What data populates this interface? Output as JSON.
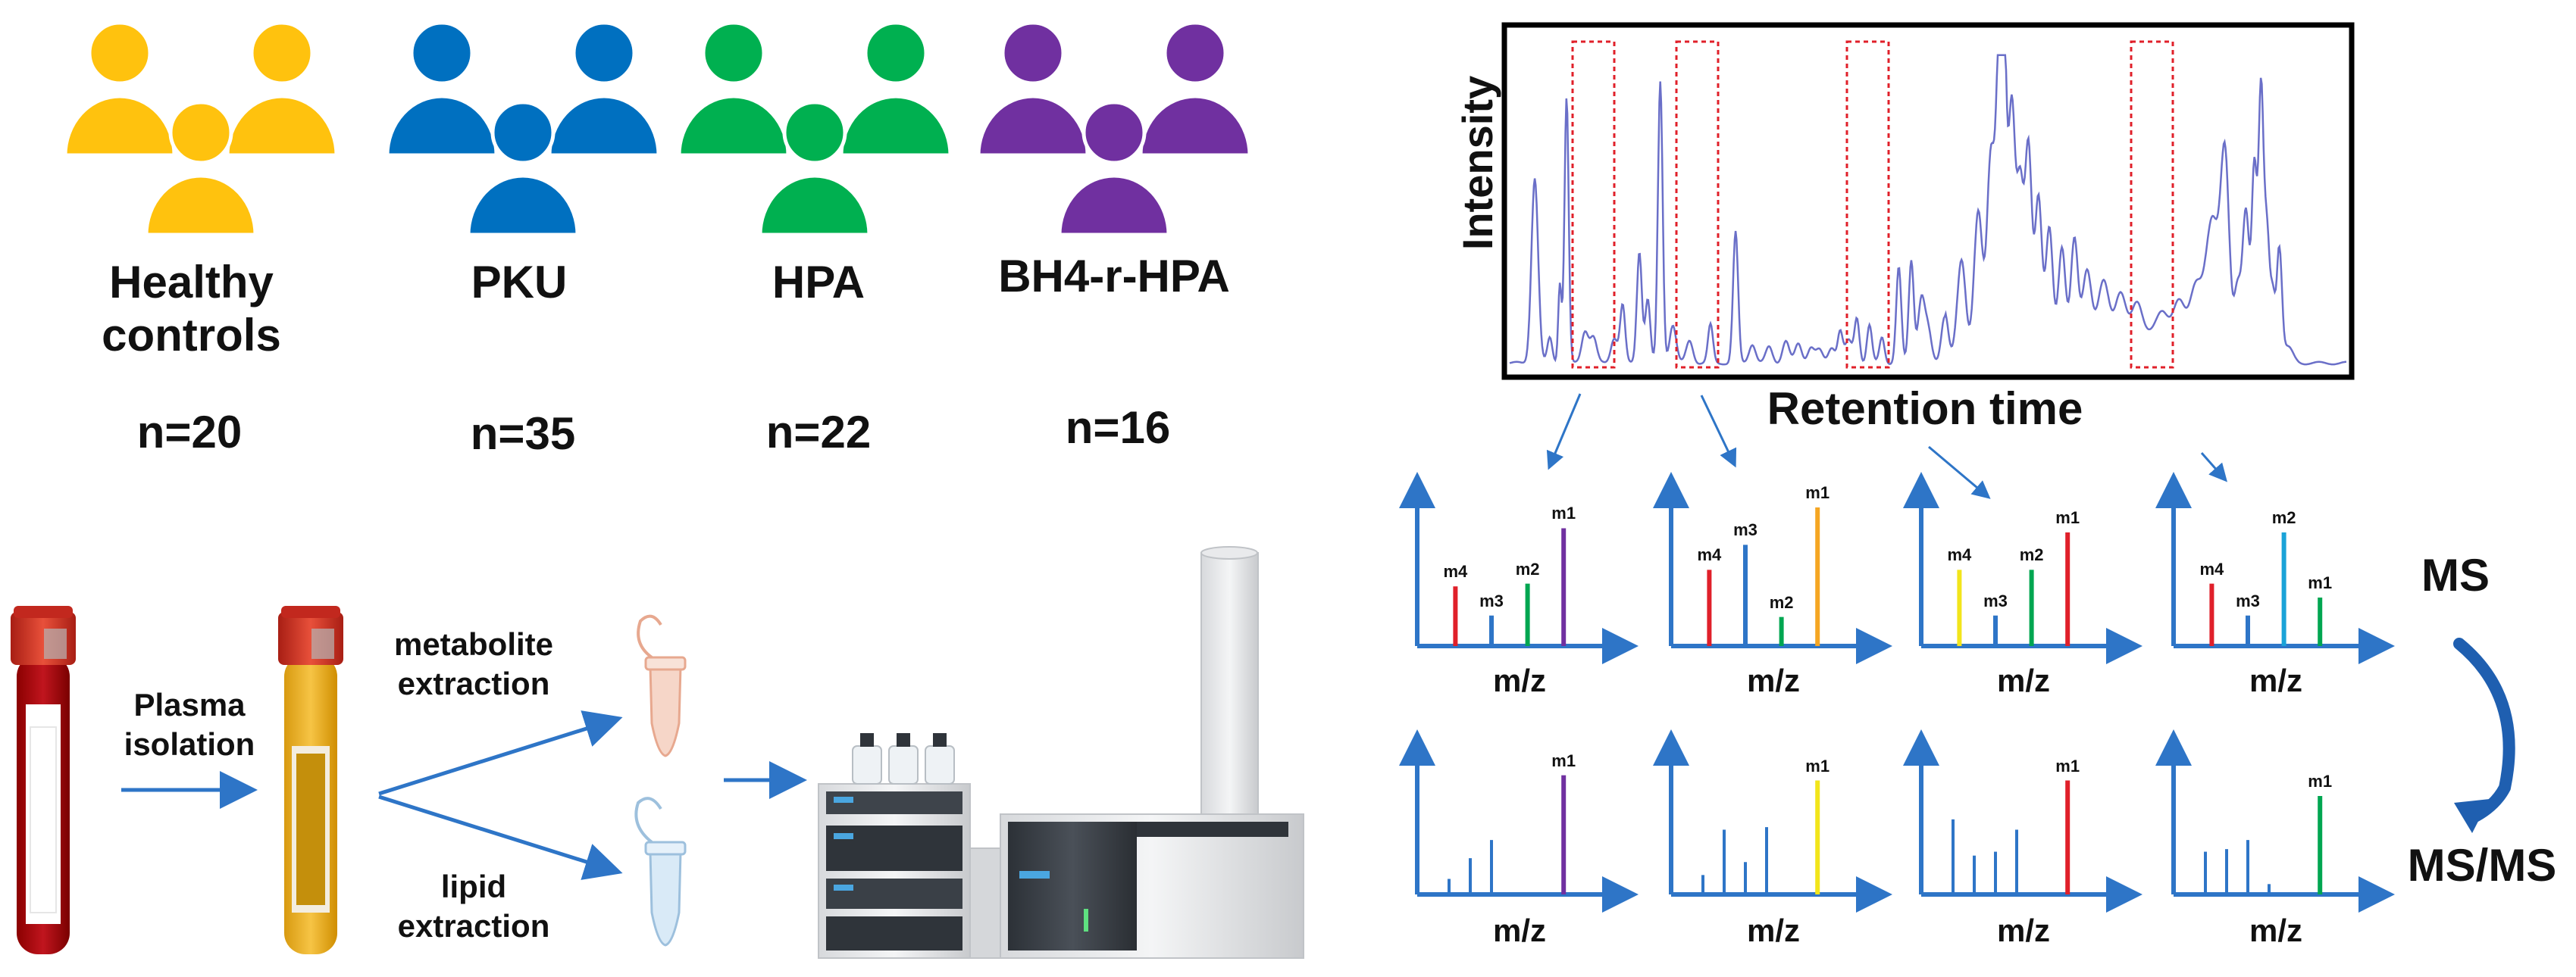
{
  "groups": [
    {
      "name_line1": "Healthy",
      "name_line2": "controls",
      "n": "n=20",
      "color": "#FFC20E"
    },
    {
      "name_line1": "PKU",
      "name_line2": "",
      "n": "n=35",
      "color": "#0070C0"
    },
    {
      "name_line1": "HPA",
      "name_line2": "",
      "n": "n=22",
      "color": "#00B050"
    },
    {
      "name_line1": "BH4-r-HPA",
      "name_line2": "",
      "n": "n=16",
      "color": "#7030A0"
    }
  ],
  "workflow": {
    "plasma_line1": "Plasma",
    "plasma_line2": "isolation",
    "metabolite_line1": "metabolite",
    "metabolite_line2": "extraction",
    "lipid_line1": "lipid",
    "lipid_line2": "extraction"
  },
  "chromatogram": {
    "ylabel": "Intensity",
    "xlabel": "Retention time",
    "line_color": "#6A6FC8",
    "box_color": "#E0202A"
  },
  "spectra": {
    "ms_label": "MS",
    "msms_label": "MS/MS",
    "xlabel": "m/z",
    "axis_color": "#2E75C7",
    "ms_panels": [
      {
        "peaks": [
          {
            "label": "m4",
            "h": 0.43,
            "color": "#E0202A"
          },
          {
            "label": "m3",
            "h": 0.22,
            "color": "#2E75C7"
          },
          {
            "label": "m2",
            "h": 0.45,
            "color": "#00A651"
          },
          {
            "label": "m1",
            "h": 0.85,
            "color": "#7030A0"
          }
        ]
      },
      {
        "panel_peaks_note": "",
        "peaks": [
          {
            "label": "m4",
            "h": 0.55,
            "color": "#E0202A"
          },
          {
            "label": "m3",
            "h": 0.73,
            "color": "#2E75C7"
          },
          {
            "label": "m2",
            "h": 0.21,
            "color": "#00A651"
          },
          {
            "label": "m1",
            "h": 1.0,
            "color": "#F5A623"
          }
        ]
      },
      {
        "peaks": [
          {
            "label": "m4",
            "h": 0.55,
            "color": "#F2E51B"
          },
          {
            "label": "m3",
            "h": 0.22,
            "color": "#2E75C7"
          },
          {
            "label": "m2",
            "h": 0.55,
            "color": "#00A651"
          },
          {
            "label": "m1",
            "h": 0.82,
            "color": "#E0202A"
          }
        ]
      },
      {
        "peaks": [
          {
            "label": "m4",
            "h": 0.45,
            "color": "#E0202A"
          },
          {
            "label": "m3",
            "h": 0.22,
            "color": "#2E75C7"
          },
          {
            "label": "m2",
            "h": 0.82,
            "color": "#1AA3D8"
          },
          {
            "label": "m1",
            "h": 0.35,
            "color": "#00A651"
          }
        ]
      }
    ],
    "msms_panels": [
      {
        "top_label": "m1",
        "top_color": "#7030A0",
        "top_h": 0.92,
        "fragments": [
          0.12,
          0.28,
          0.42
        ]
      },
      {
        "top_label": "m1",
        "top_color": "#F2E51B",
        "top_h": 0.88,
        "fragments": [
          0.15,
          0.5,
          0.25,
          0.52
        ]
      },
      {
        "top_label": "m1",
        "top_color": "#E0202A",
        "top_h": 0.88,
        "fragments": [
          0.58,
          0.3,
          0.33,
          0.5
        ]
      },
      {
        "top_label": "m1",
        "top_color": "#00A651",
        "top_h": 0.76,
        "fragments": [
          0.33,
          0.35,
          0.42,
          0.08
        ]
      }
    ]
  }
}
